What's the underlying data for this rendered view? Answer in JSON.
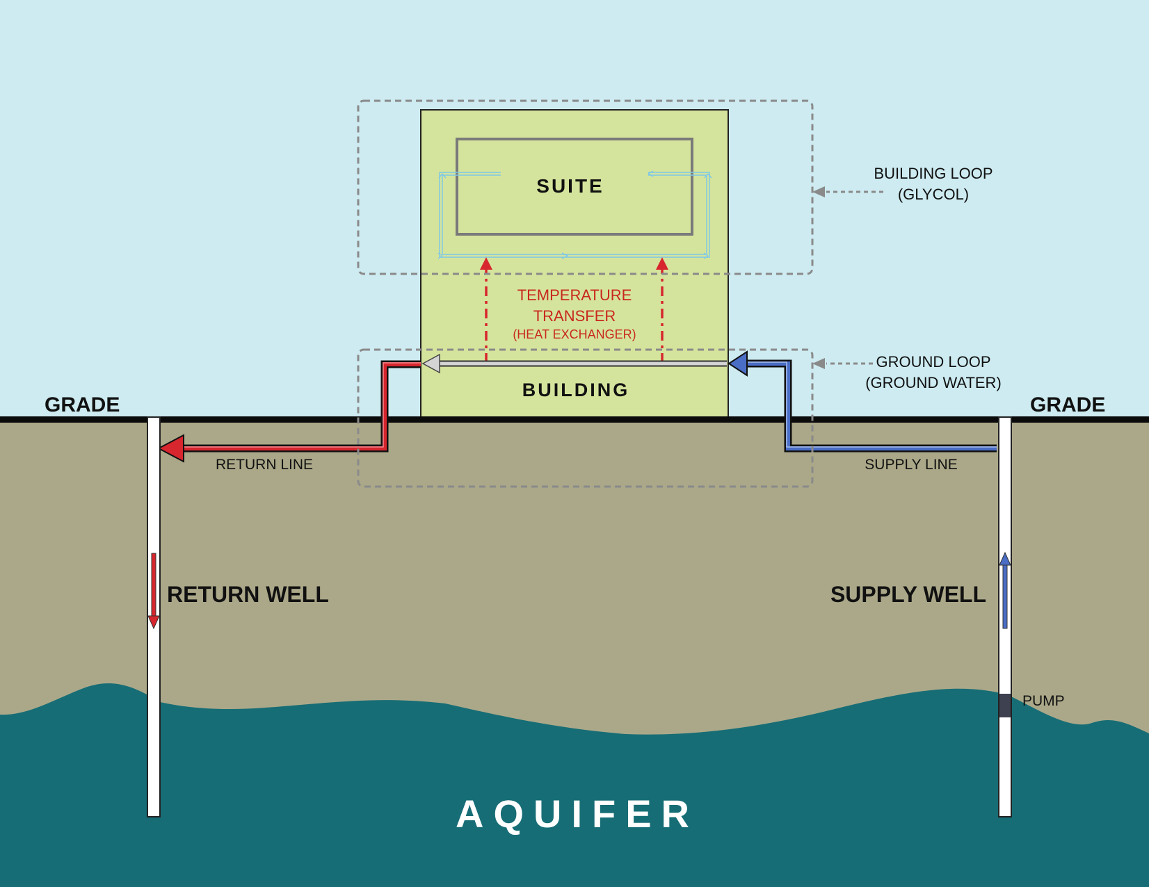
{
  "labels": {
    "suite": "SUITE",
    "building": "BUILDING",
    "grade_left": "GRADE",
    "grade_right": "GRADE",
    "building_loop_line1": "BUILDING LOOP",
    "building_loop_line2": "(GLYCOL)",
    "ground_loop_line1": "GROUND LOOP",
    "ground_loop_line2": "(GROUND WATER)",
    "temperature_line1": "TEMPERATURE",
    "temperature_line2": "TRANSFER",
    "temperature_line3": "(HEAT EXCHANGER)",
    "return_line": "RETURN LINE",
    "supply_line": "SUPPLY LINE",
    "return_well": "RETURN WELL",
    "supply_well": "SUPPLY WELL",
    "pump": "PUMP",
    "aquifer": "AQUIFER"
  },
  "colors": {
    "sky": "#cdebf1",
    "ground": "#aba889",
    "aquifer": "#176d75",
    "building": "#d5e49c",
    "return_pipe": "#d7262e",
    "supply_pipe": "#4a6dc5",
    "heat_transfer": "#d7262e",
    "glycol_loop": "#7cc7e8",
    "exchanger_pipe": "#c8c8c8",
    "dashed_box": "#8a8a8a",
    "well_casing": "#ffffff",
    "pump": "#3d4150",
    "text_dark": "#111111",
    "text_red": "#c8281f",
    "text_white": "#ffffff"
  }
}
